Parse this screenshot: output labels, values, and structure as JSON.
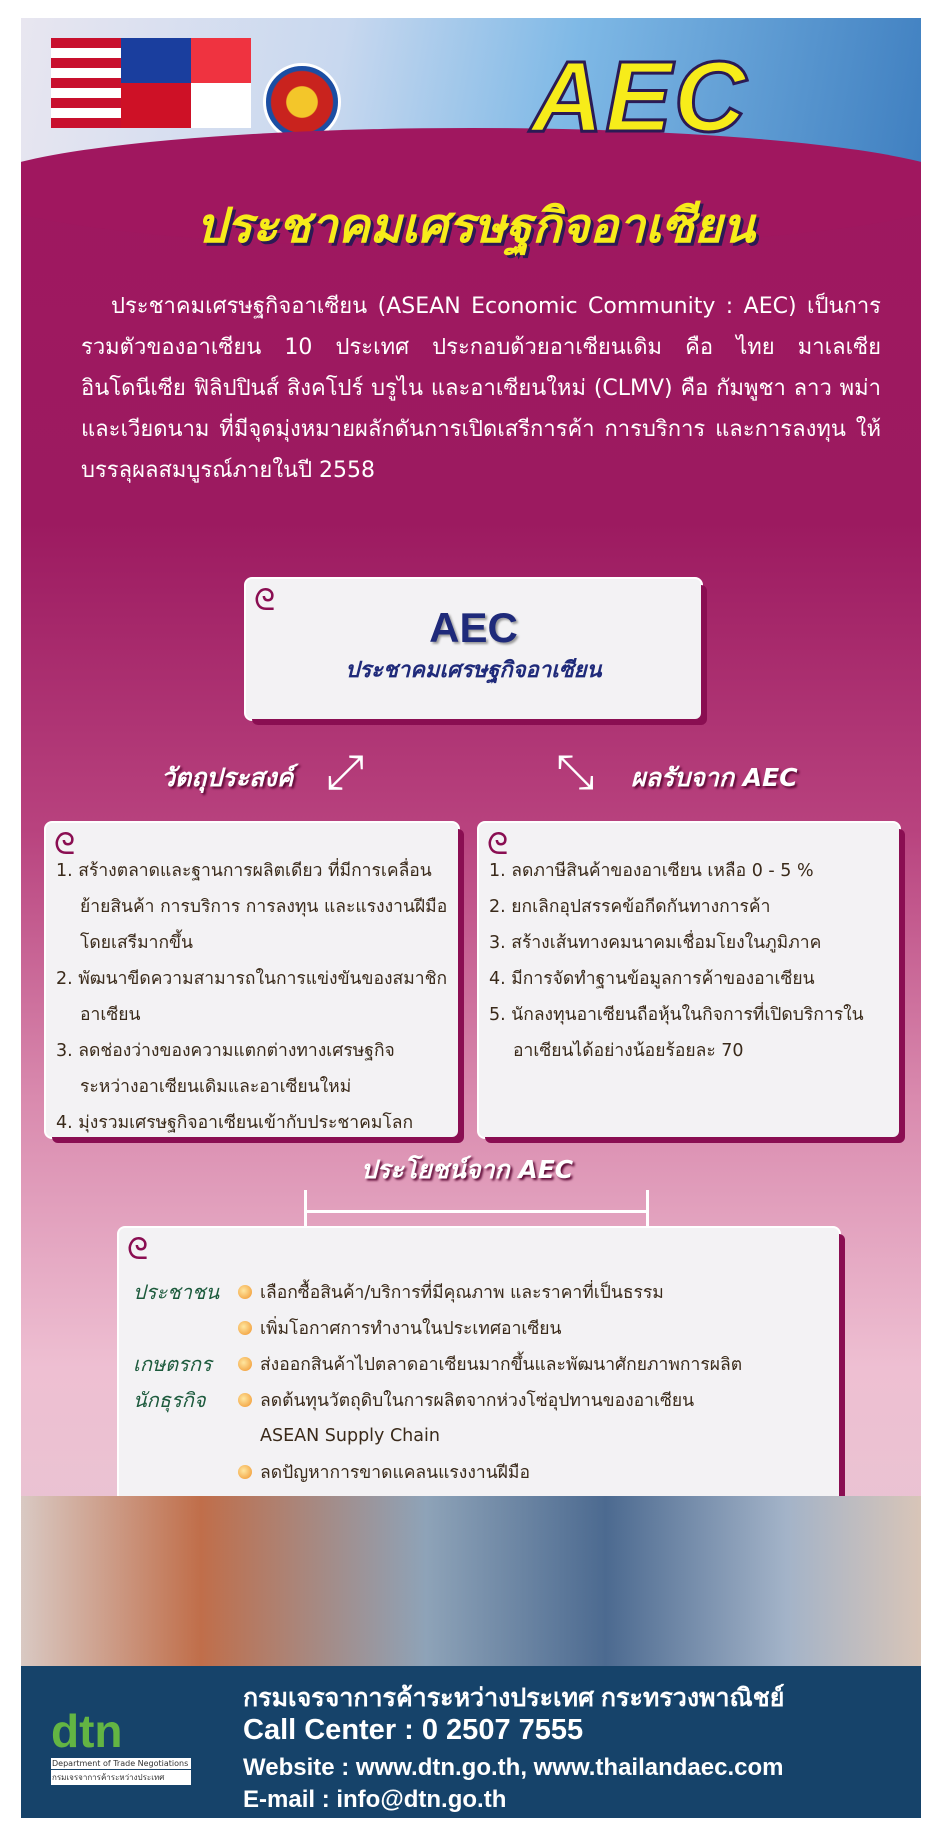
{
  "header": {
    "logo": "AEC",
    "title": "ประชาคมเศรษฐกิจอาเซียน"
  },
  "intro": "ประชาคมเศรษฐกิจอาเซียน (ASEAN Economic Community : AEC) เป็นการรวมตัวของอาเซียน 10 ประเทศ ประกอบด้วยอาเซียนเดิม คือ ไทย มาเลเซีย อินโดนีเซีย ฟิลิปปินส์ สิงคโปร์ บรูไน และอาเซียนใหม่ (CLMV) คือ กัมพูชา ลาว พม่า และเวียดนาม ที่มีจุดมุ่งหมายผลักดันการเปิดเสรีการค้า การบริการ และการลงทุน ให้บรรลุผลสมบูรณ์ภายในปี 2558",
  "center": {
    "title": "AEC",
    "subtitle": "ประชาคมเศรษฐกิจอาเซียน"
  },
  "objectives": {
    "label": "วัตถุประสงค์",
    "items": [
      "1. สร้างตลาดและฐานการผลิตเดียว ที่มีการเคลื่อนย้ายสินค้า การบริการ การลงทุน และแรงงานฝีมือโดยเสรีมากขึ้น",
      "2. พัฒนาขีดความสามารถในการแข่งขันของสมาชิกอาเซียน",
      "3. ลดช่องว่างของความแตกต่างทางเศรษฐกิจระหว่างอาเซียนเดิมและอาเซียนใหม่",
      "4. มุ่งรวมเศรษฐกิจอาเซียนเข้ากับประชาคมโลก"
    ]
  },
  "effects": {
    "label": "ผลรับจาก AEC",
    "items": [
      "1. ลดภาษีสินค้าของอาเซียน เหลือ 0 - 5 %",
      "2. ยกเลิกอุปสรรคข้อกีดกันทางการค้า",
      "3. สร้างเส้นทางคมนาคมเชื่อมโยงในภูมิภาค",
      "4. มีการจัดทำฐานข้อมูลการค้าของอาเซียน",
      "5. นักลงทุนอาเซียนถือหุ้นในกิจการที่เปิดบริการในอาเซียนได้อย่างน้อยร้อยละ 70"
    ]
  },
  "benefits": {
    "label": "ประโยชน์จาก AEC",
    "categories": [
      "ประชาชน",
      "เกษตรกร",
      "นักธุรกิจ"
    ],
    "items": [
      "เลือกซื้อสินค้า/บริการที่มีคุณภาพ และราคาที่เป็นธรรม",
      "เพิ่มโอกาศการทำงานในประเทศอาเซียน",
      "ส่งออกสินค้าไปตลาดอาเซียนมากขึ้นและพัฒนาศักยภาพการผลิต",
      "ลดต้นทุนวัตถุดิบในการผลิตจากห่วงโซ่อุปทานของอาเซียน",
      "ASEAN Supply Chain",
      "ลดปัญหาการขาดแคลนแรงงานฝีมือ"
    ]
  },
  "footer": {
    "logo_text": "dtn",
    "logo_en": "Department of Trade Negotiations",
    "logo_th": "กรมเจรจาการค้าระหว่างประเทศ",
    "org": "กรมเจรจาการค้าระหว่างประเทศ กระทรวงพาณิชย์",
    "call": "Call Center : 0 2507 7555",
    "website": "Website : www.dtn.go.th, www.thailandaec.com",
    "email": "E-mail : info@dtn.go.th"
  },
  "colors": {
    "magenta": "#a0175f",
    "yellow": "#f7ec1a",
    "navy": "#16436a"
  }
}
